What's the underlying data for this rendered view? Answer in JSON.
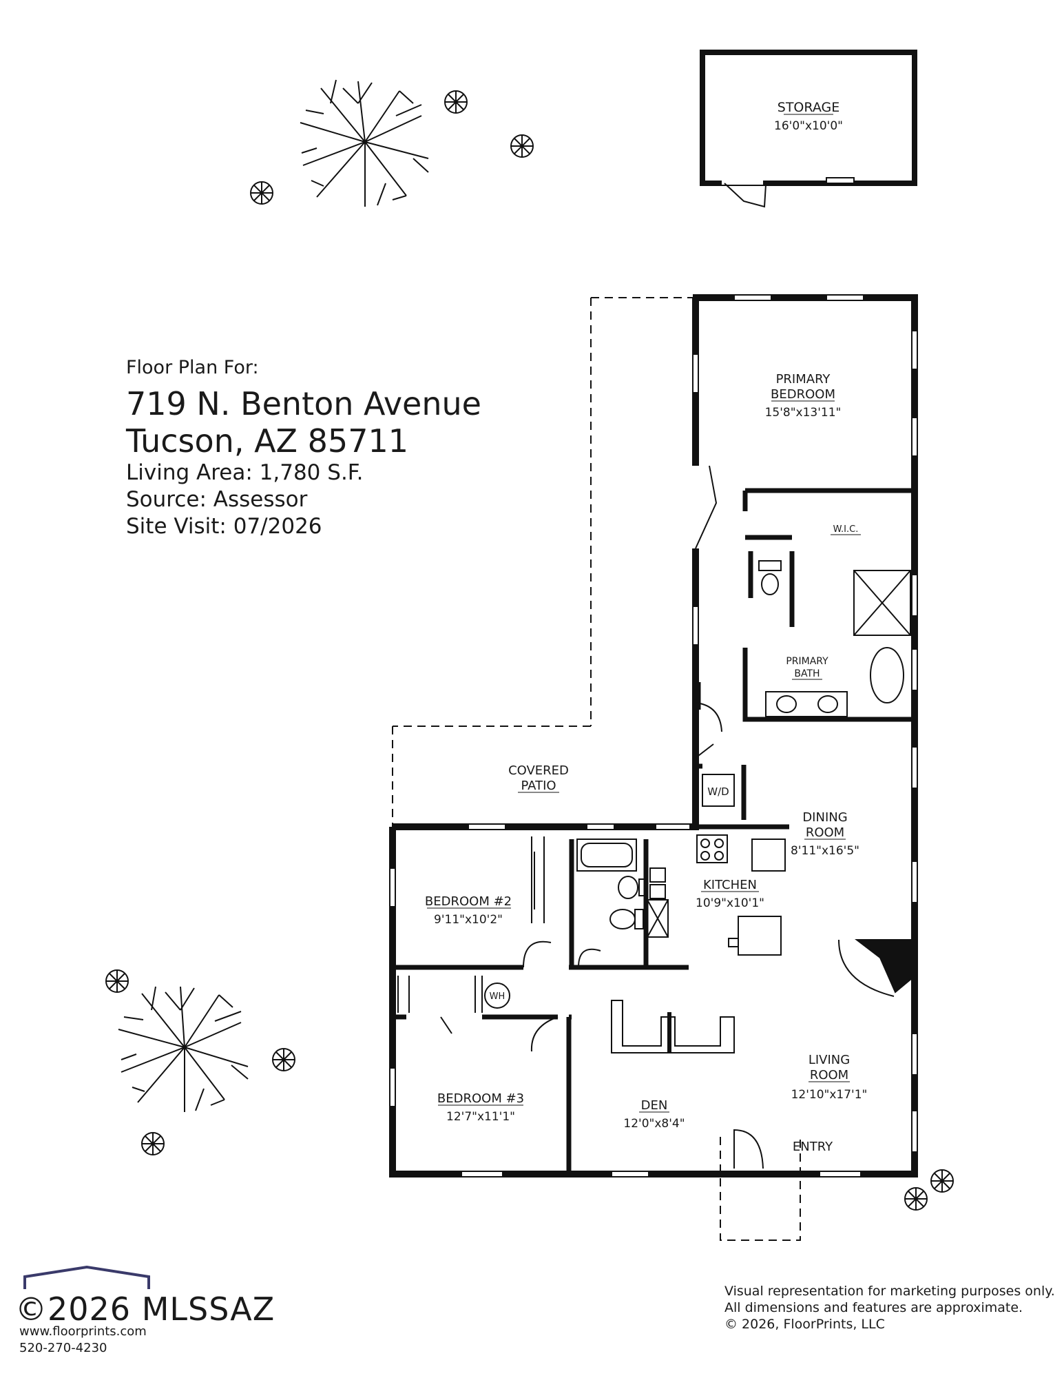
{
  "info": {
    "intro": "Floor Plan For:",
    "address_line1": "719 N. Benton Avenue",
    "address_line2": "Tucson, AZ  85711",
    "living_area": "Living Area:  1,780 S.F.",
    "source": "Source:  Assessor",
    "site_visit": "Site Visit:  07/2026"
  },
  "rooms": {
    "storage": {
      "name": "STORAGE",
      "dims": "16'0\"x10'0\""
    },
    "primary_bedroom": {
      "name1": "PRIMARY",
      "name2": "BEDROOM",
      "dims": "15'8\"x13'11\""
    },
    "wic": {
      "name": "W.I.C."
    },
    "primary_bath": {
      "name1": "PRIMARY",
      "name2": "BATH"
    },
    "covered_patio": {
      "name1": "COVERED",
      "name2": "PATIO"
    },
    "wd": {
      "name": "W/D"
    },
    "dining_room": {
      "name1": "DINING",
      "name2": "ROOM",
      "dims": "8'11\"x16'5\""
    },
    "bedroom2": {
      "name": "BEDROOM #2",
      "dims": "9'11\"x10'2\""
    },
    "kitchen": {
      "name": "KITCHEN",
      "dims": "10'9\"x10'1\""
    },
    "wh": {
      "name": "WH"
    },
    "living_room": {
      "name1": "LIVING",
      "name2": "ROOM",
      "dims": "12'10\"x17'1\""
    },
    "bedroom3": {
      "name": "BEDROOM #3",
      "dims": "12'7\"x11'1\""
    },
    "den": {
      "name": "DEN",
      "dims": "12'0\"x8'4\""
    },
    "entry": {
      "name": "ENTRY"
    }
  },
  "brand": {
    "watermark": "©2026 MLSSAZ",
    "website": "www.floorprints.com",
    "phone": "520-270-4230"
  },
  "disclaimer": {
    "line1": "Visual representation for marketing purposes only.",
    "line2": "All dimensions and features are approximate.",
    "line3": "© 2026, FloorPrints, LLC"
  },
  "colors": {
    "wall": "#111111",
    "background": "#ffffff"
  }
}
